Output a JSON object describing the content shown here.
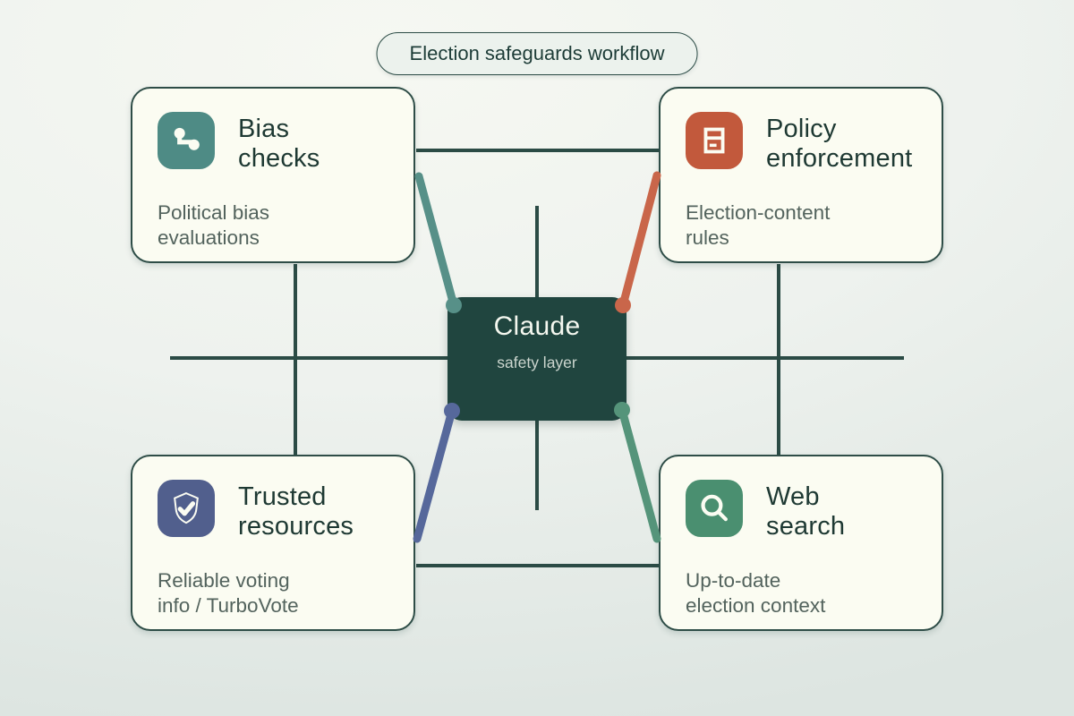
{
  "header": {
    "title": "Election safeguards workflow"
  },
  "center": {
    "title": "Claude",
    "subtitle": "safety layer",
    "bg": "#20453f"
  },
  "cards": [
    {
      "id": "bias-checks",
      "title_line1": "Bias",
      "title_line2": "checks",
      "subtitle_line1": "Political bias",
      "subtitle_line2": "evaluations",
      "icon": "workflow-nodes-icon",
      "icon_bg": "#4e8b85"
    },
    {
      "id": "policy-enforcement",
      "title_line1": "Policy",
      "title_line2": "enforcement",
      "subtitle_line1": "Election-content",
      "subtitle_line2": "rules",
      "icon": "document-rules-icon",
      "icon_bg": "#c2593c"
    },
    {
      "id": "trusted-resources",
      "title_line1": "Trusted",
      "title_line2": "resources",
      "subtitle_line1": "Reliable voting",
      "subtitle_line2": "info / TurboVote",
      "icon": "shield-check-icon",
      "icon_bg": "#515f8d"
    },
    {
      "id": "web-search",
      "title_line1": "Web",
      "title_line2": "search",
      "subtitle_line1": "Up-to-date",
      "subtitle_line2": "election context",
      "icon": "magnifier-icon",
      "icon_bg": "#4a8f70"
    }
  ],
  "colors": {
    "grid_line": "#2b4b45",
    "card_bg": "#fbfcf2",
    "card_border": "#2e4d47",
    "connector_teal": "#579088",
    "connector_orange": "#c9664a",
    "connector_blue": "#56689b",
    "connector_green": "#55947a"
  }
}
